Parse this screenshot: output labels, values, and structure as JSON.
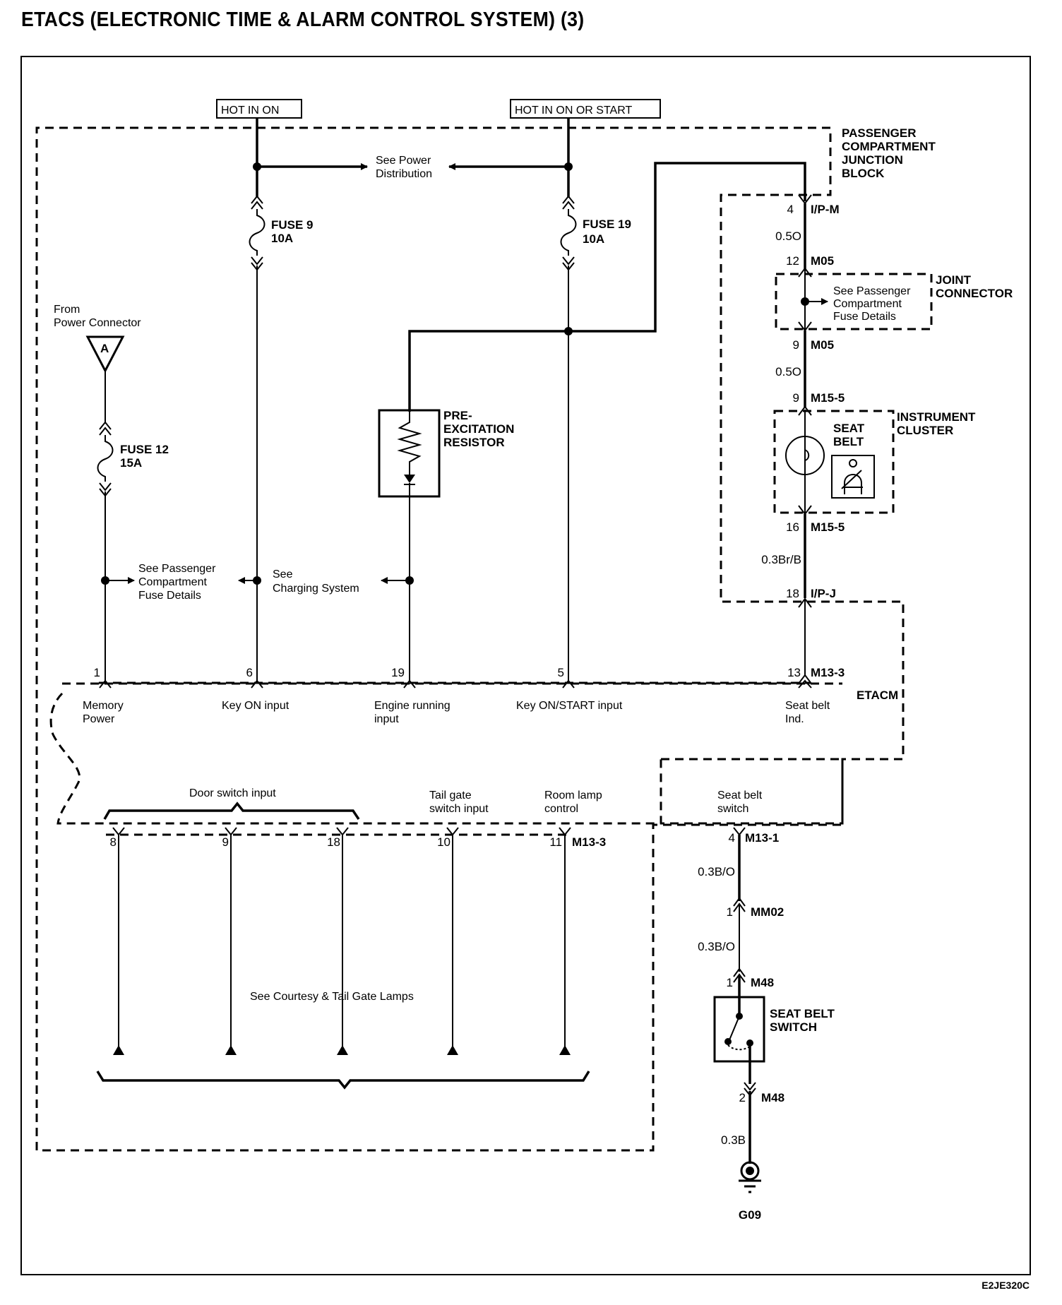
{
  "title": "ETACS (ELECTRONIC TIME & ALARM CONTROL SYSTEM) (3)",
  "diagram_code": "E2JE320C",
  "power_sources": {
    "hot_in_on": "HOT IN ON",
    "hot_in_on_or_start": "HOT IN ON OR START"
  },
  "see_power_distribution": [
    "See Power",
    "Distribution"
  ],
  "fuses": [
    {
      "name": "FUSE 9",
      "rating": "10A"
    },
    {
      "name": "FUSE 19",
      "rating": "10A"
    },
    {
      "name": "FUSE 12",
      "rating": "15A"
    }
  ],
  "power_connector": {
    "label": [
      "From",
      "Power Connector"
    ],
    "connector_id": "A"
  },
  "pre_excitation_resistor": [
    "PRE-",
    "EXCITATION",
    "RESISTOR"
  ],
  "see_passenger_fuse_details": [
    "See Passenger",
    "Compartment",
    "Fuse Details"
  ],
  "see_charging_system": [
    "See",
    "Charging System"
  ],
  "components": {
    "junction_block": [
      "PASSENGER",
      "COMPARTMENT",
      "JUNCTION",
      "BLOCK"
    ],
    "joint_connector": [
      "JOINT",
      "CONNECTOR"
    ],
    "instrument_cluster": [
      "INSTRUMENT",
      "CLUSTER"
    ],
    "seat_belt_indicator": [
      "SEAT",
      "BELT"
    ],
    "etacm": "ETACM",
    "seat_belt_switch": [
      "SEAT BELT",
      "SWITCH"
    ]
  },
  "right_circuit": {
    "connectors": [
      {
        "pin": "4",
        "name": "I/P-M"
      },
      {
        "pin": "12",
        "name": "M05"
      },
      {
        "pin": "9",
        "name": "M05"
      },
      {
        "pin": "9",
        "name": "M15-5"
      },
      {
        "pin": "16",
        "name": "M15-5"
      },
      {
        "pin": "18",
        "name": "I/P-J"
      },
      {
        "pin": "13",
        "name": "M13-3"
      },
      {
        "pin": "4",
        "name": "M13-1"
      },
      {
        "pin": "1",
        "name": "MM02"
      },
      {
        "pin": "1",
        "name": "M48"
      },
      {
        "pin": "2",
        "name": "M48"
      }
    ],
    "wires": [
      "0.5O",
      "0.5O",
      "0.3Br/B",
      "0.3B/O",
      "0.3B/O",
      "0.3B"
    ],
    "ground": "G09"
  },
  "etacm_top_pins": [
    {
      "pin": "1",
      "label": [
        "Memory",
        "Power"
      ]
    },
    {
      "pin": "6",
      "label": [
        "Key ON input"
      ]
    },
    {
      "pin": "19",
      "label": [
        "Engine running",
        "input"
      ]
    },
    {
      "pin": "5",
      "label": [
        "Key ON/START input"
      ]
    },
    {
      "pin": "13",
      "label": [
        "Seat belt",
        "Ind."
      ]
    }
  ],
  "etacm_bottom_pins": {
    "door_switch_label": "Door switch input",
    "pins": [
      {
        "pin": "8"
      },
      {
        "pin": "9"
      },
      {
        "pin": "18"
      },
      {
        "pin": "10",
        "label": [
          "Tail gate",
          "switch input"
        ]
      },
      {
        "pin": "11",
        "label": [
          "Room lamp",
          "control"
        ],
        "connector": "M13-3"
      }
    ],
    "seat_belt_switch_label": [
      "Seat belt",
      "switch"
    ],
    "see_courtesy": "See Courtesy & Tail Gate Lamps"
  }
}
